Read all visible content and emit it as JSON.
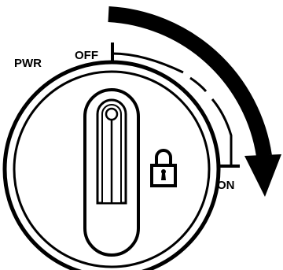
{
  "diagram": {
    "labels": {
      "power": "PWR",
      "off": "OFF",
      "on": "ON"
    },
    "icons": {
      "rotation_arrow": "clockwise-arrow-icon",
      "lock": "padlock-icon"
    },
    "colors": {
      "ink": "#000000",
      "background": "#ffffff"
    }
  }
}
